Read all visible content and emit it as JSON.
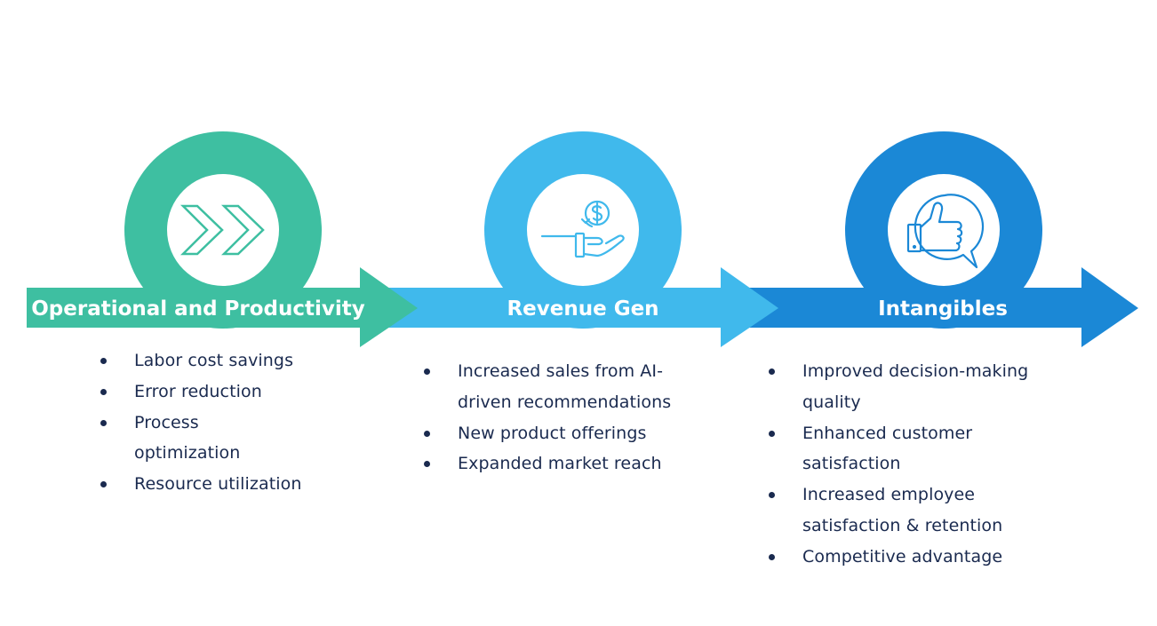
{
  "stages": [
    {
      "title": "Operational and Productivity",
      "color": "#3ebfa1",
      "icon": "double-chevron-right-icon",
      "items": [
        "Labor cost savings",
        "Error reduction",
        "Process optimization",
        "Resource utilization"
      ]
    },
    {
      "title": "Revenue Gen",
      "color": "#40b9ec",
      "icon": "hand-dollar-coin-icon",
      "items": [
        "Increased sales from AI-driven recommendations",
        "New product offerings",
        "Expanded market reach"
      ]
    },
    {
      "title": "Intangibles",
      "color": "#1b88d6",
      "icon": "thumbs-up-speech-bubble-icon",
      "items": [
        "Improved decision-making quality",
        "Enhanced customer satisfaction",
        "Increased employee satisfaction & retention",
        "Competitive advantage"
      ]
    }
  ],
  "colors": {
    "text": "#1a2a4f",
    "background": "#ffffff"
  }
}
